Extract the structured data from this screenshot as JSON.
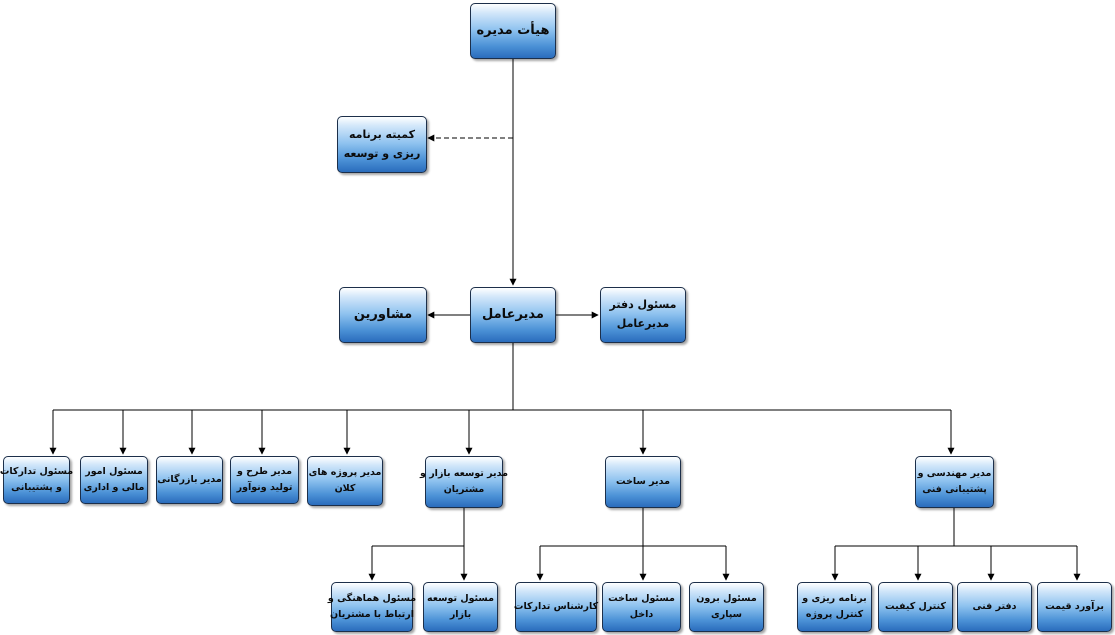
{
  "nodes": {
    "board": [
      "هیأت مدیره"
    ],
    "committee": [
      "کمیته برنامه",
      "ریزی و توسعه"
    ],
    "ceo": [
      "مدیرعامل"
    ],
    "advisors": [
      "مشاورین"
    ],
    "ceo_office": [
      "مسئول دفتر",
      "مدیرعامل"
    ],
    "procurement": [
      "مسئول تدارکات",
      "و پشتیبانی"
    ],
    "finance": [
      "مسئول امور",
      "مالی و اداری"
    ],
    "commercial": [
      "مدیر بازرگانی"
    ],
    "design": [
      "مدیر طرح و",
      "تولید ونوآور"
    ],
    "mega_projects": [
      "مدیر پروژه های",
      "کلان"
    ],
    "market_dev": [
      "مدیر توسعه بازار و",
      "مشتریان"
    ],
    "construction": [
      "مدیر ساخت"
    ],
    "engineering": [
      "مدیر مهندسی و",
      "پشتیبانی فنی"
    ],
    "coordination": [
      "مسئول هماهنگی و",
      "ارتباط با مشتریان"
    ],
    "market_officer": [
      "مسئول توسعه",
      "بازار"
    ],
    "procurement_expert": [
      "کارشناس تدارکات"
    ],
    "internal_build": [
      "مسئول ساخت",
      "داخل"
    ],
    "outsourcing": [
      "مسئول برون",
      "سپاری"
    ],
    "planning_control": [
      "برنامه ریزی و",
      "کنترل پروژه"
    ],
    "quality_control": [
      "کنترل کیفیت"
    ],
    "tech_office": [
      "دفتر فنی"
    ],
    "estimation": [
      "برآورد قیمت"
    ]
  },
  "colors": {
    "box_top": "#d3e7fa",
    "box_bottom": "#2a6cbc",
    "border": "#1c2f4a",
    "line": "#000000"
  }
}
